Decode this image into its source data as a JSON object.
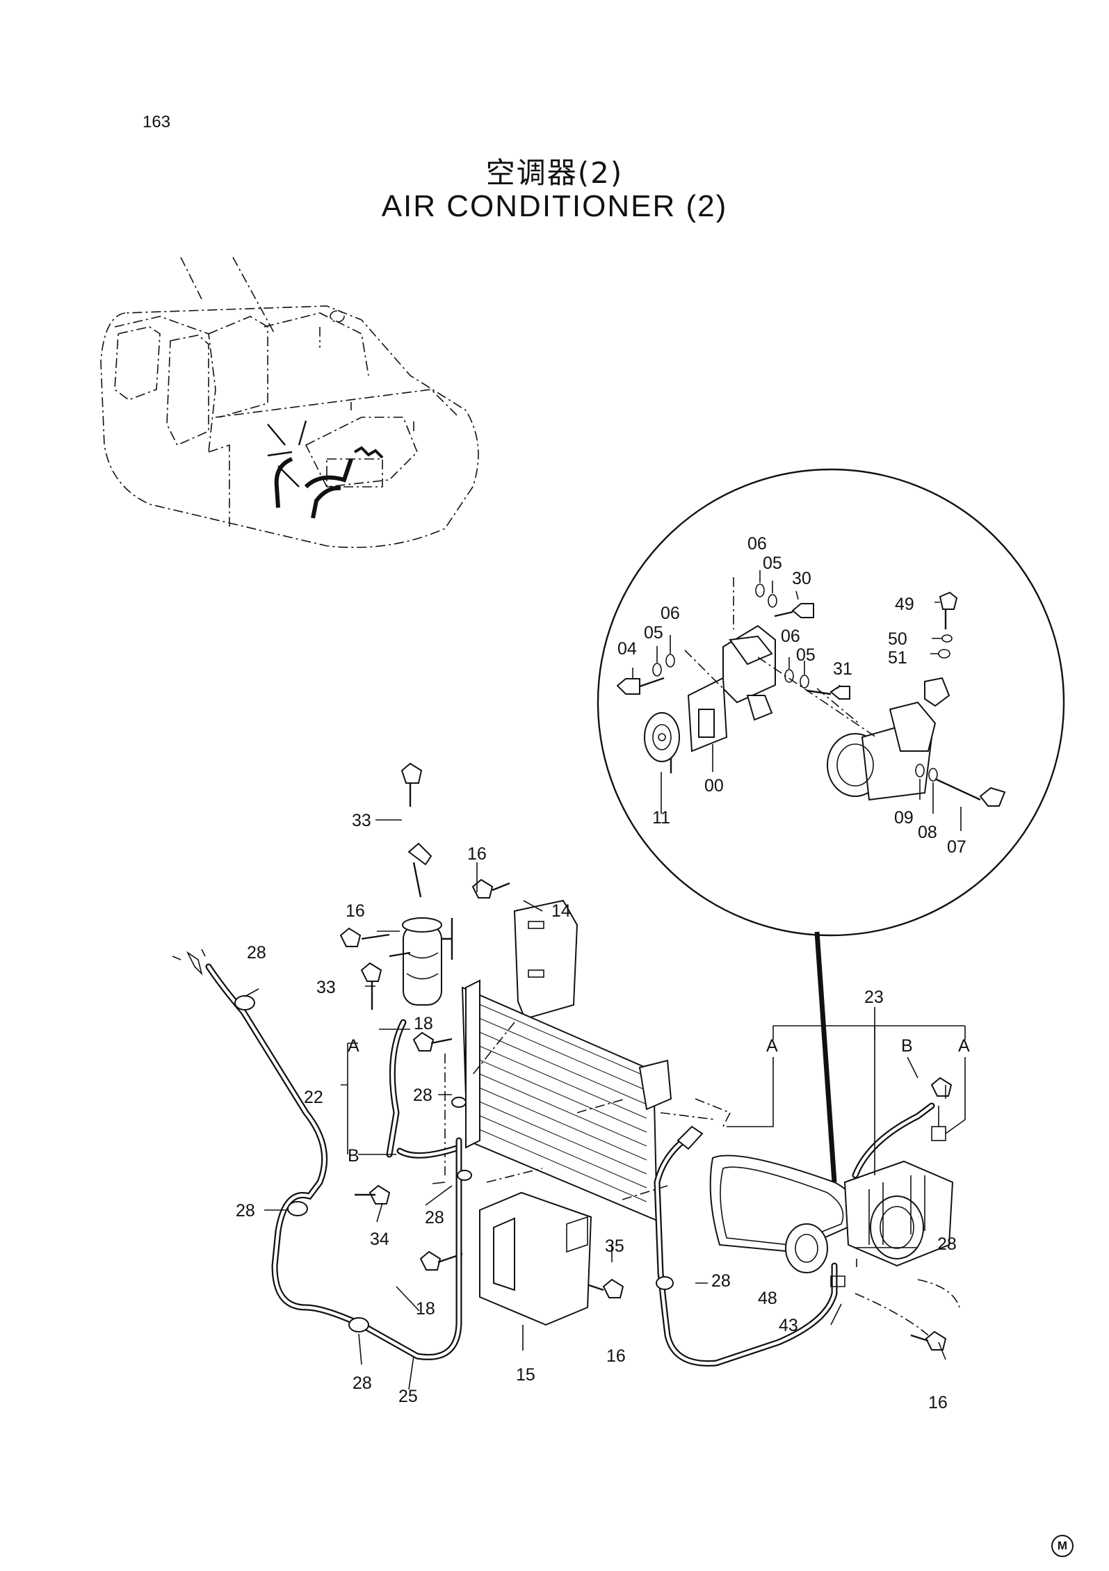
{
  "page_number": "163",
  "title_cn": "空调器(2)",
  "title_en": "AIR  CONDITIONER  (2)",
  "corner_mark": "M",
  "callouts": {
    "c06a": "06",
    "c05a": "05",
    "c30": "30",
    "c49": "49",
    "c06b": "06",
    "c05b": "05",
    "c04": "04",
    "c50": "50",
    "c51": "51",
    "c06c": "06",
    "c05c": "05",
    "c31": "31",
    "c00": "00",
    "c11": "11",
    "c09": "09",
    "c08": "08",
    "c07": "07",
    "c33a": "33",
    "c16a": "16",
    "c16b": "16",
    "c14": "14",
    "c28a": "28",
    "c33b": "33",
    "c18a": "18",
    "cA1": "A",
    "c22": "22",
    "c28b": "28",
    "cB1": "B",
    "c34": "34",
    "c28c": "28",
    "c28d": "28",
    "c18b": "18",
    "c35": "35",
    "c16c": "16",
    "c15": "15",
    "c28e": "28",
    "c25": "25",
    "c23": "23",
    "cA2": "A",
    "cB2": "B",
    "cA3": "A",
    "c28f": "28",
    "c28g": "28",
    "c48": "48",
    "c43": "43",
    "c16d": "16"
  }
}
